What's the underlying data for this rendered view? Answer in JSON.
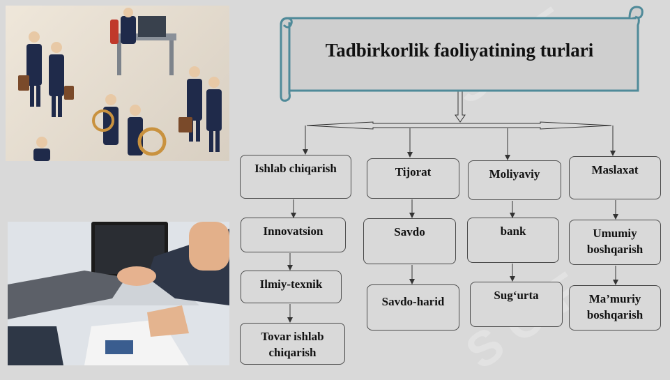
{
  "title": "Tadbirkorlik faoliyatining turlari",
  "categories": [
    {
      "label": "Ishlab chiqarish",
      "children": [
        "Innovatsion",
        "Ilmiy-texnik",
        "Tovar ishlab chiqarish"
      ]
    },
    {
      "label": "Tijorat",
      "children": [
        "Savdo",
        "Savdo-harid"
      ]
    },
    {
      "label": "Moliyaviy",
      "children": [
        "bank",
        "Sug‘urta"
      ]
    },
    {
      "label": "Maslaxat",
      "children": [
        "Umumiy boshqarish",
        "Ma’muriy boshqarish"
      ]
    }
  ],
  "colors": {
    "scroll_fill": "#cfcfcf",
    "scroll_border": "#4f8a99",
    "box_border": "#4a4a4a",
    "background": "#d9d9d9"
  }
}
